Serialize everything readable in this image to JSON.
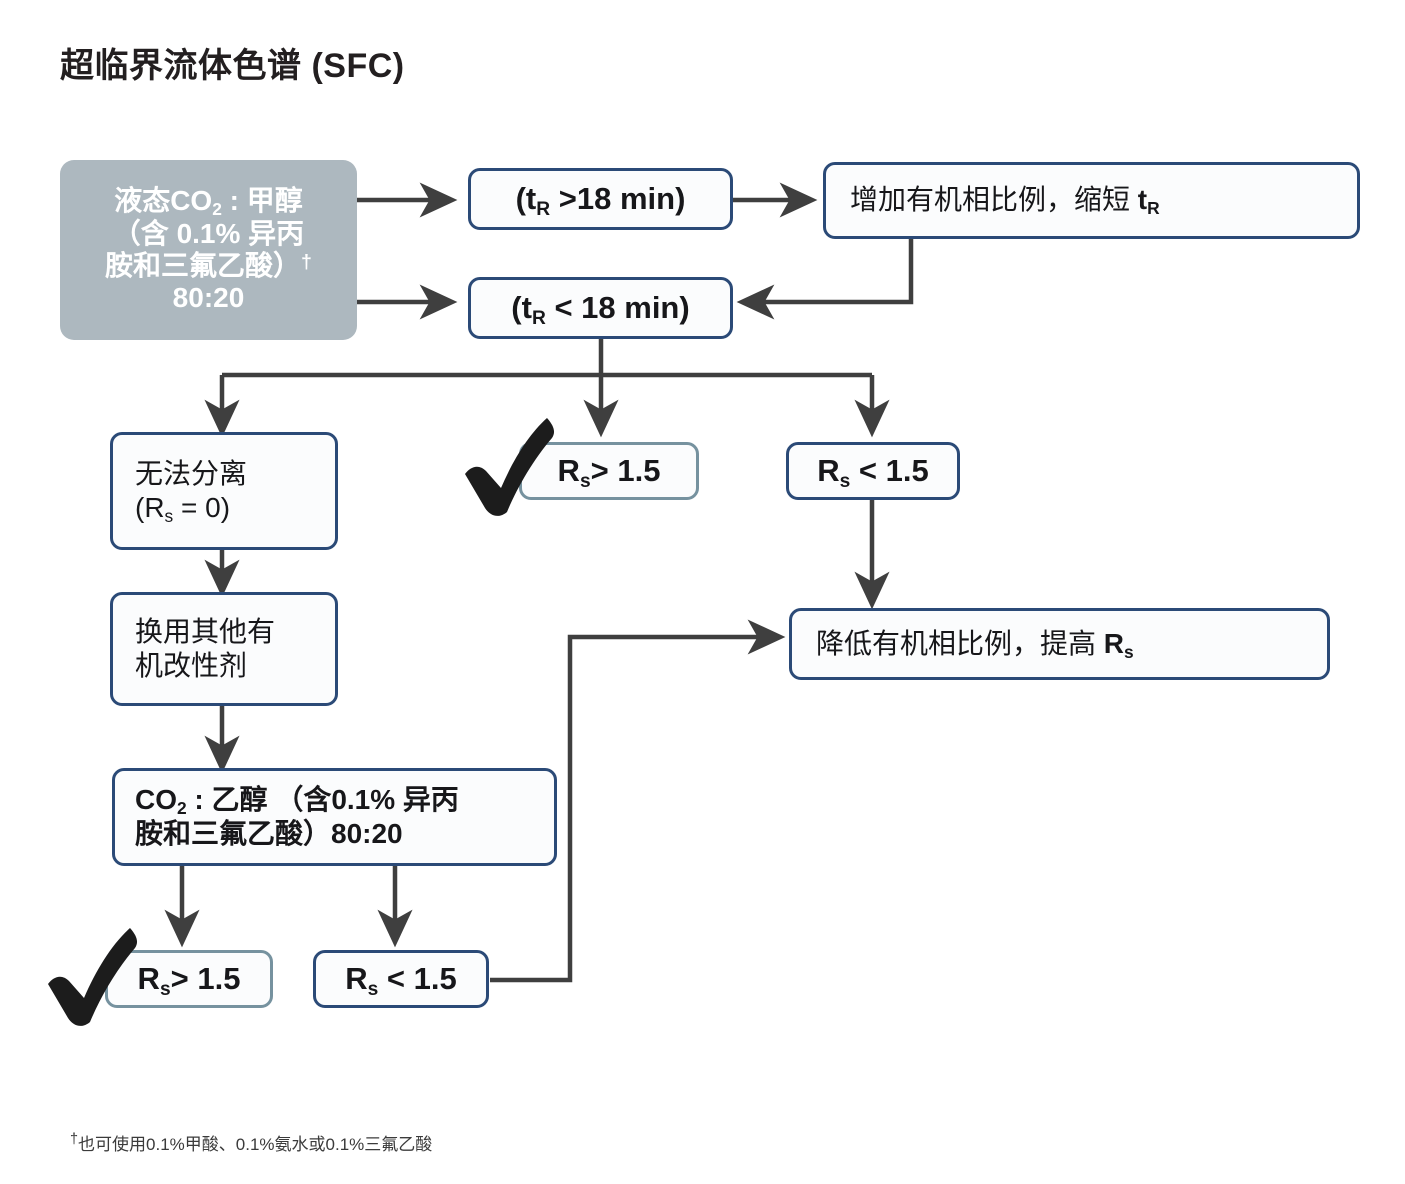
{
  "title": "超临界流体色谱 (SFC)",
  "colors": {
    "node_border": "#2b4a77",
    "pass_border": "#76929f",
    "start_fill": "#adb8bf",
    "wire": "#3f3f3f",
    "text": "#17171a"
  },
  "nodes": {
    "start": {
      "line1_a": "液态CO",
      "line1_sub": "2",
      "line1_b": " : 甲醇",
      "line2": "（含 0.1% 异丙",
      "line3": "胺和三氟乙酸）",
      "line3_dagger": "†",
      "line4": "80:20"
    },
    "tr_gt": {
      "prefix": "(t",
      "sub": "R",
      "suffix": " >18 min)"
    },
    "tr_lt": {
      "prefix": "(t",
      "sub": "R",
      "suffix": " < 18 min)"
    },
    "increase_organic": {
      "text": "增加有机相比例，缩短 ",
      "var": "t",
      "var_sub": "R"
    },
    "decrease_organic": {
      "text": "降低有机相比例，提高 ",
      "var": "R",
      "var_sub": "s"
    },
    "no_separation": {
      "line1": "无法分离",
      "line2_a": "(R",
      "line2_sub": "s",
      "line2_b": " = 0)"
    },
    "change_modifier": {
      "line1": "换用其他有",
      "line2": "机改性剂"
    },
    "co2_ethanol": {
      "line1_a": "CO",
      "line1_sub": "2",
      "line1_b": " : 乙醇 （含0.1% 异丙",
      "line2": "胺和三氟乙酸）80:20"
    },
    "rs_gt_top": {
      "var": "R",
      "sub": "s",
      "rest": "> 1.5"
    },
    "rs_lt_top": {
      "var": "R",
      "sub": "s",
      "rest": " < 1.5"
    },
    "rs_gt_bottom": {
      "var": "R",
      "sub": "s",
      "rest": "> 1.5"
    },
    "rs_lt_bottom": {
      "var": "R",
      "sub": "s",
      "rest": " < 1.5"
    }
  },
  "icons": {
    "check_top": "check-mark",
    "check_bottom": "check-mark"
  },
  "footnote": {
    "dagger": "†",
    "text": "也可使用0.1%甲酸、0.1%氨水或0.1%三氟乙酸"
  }
}
